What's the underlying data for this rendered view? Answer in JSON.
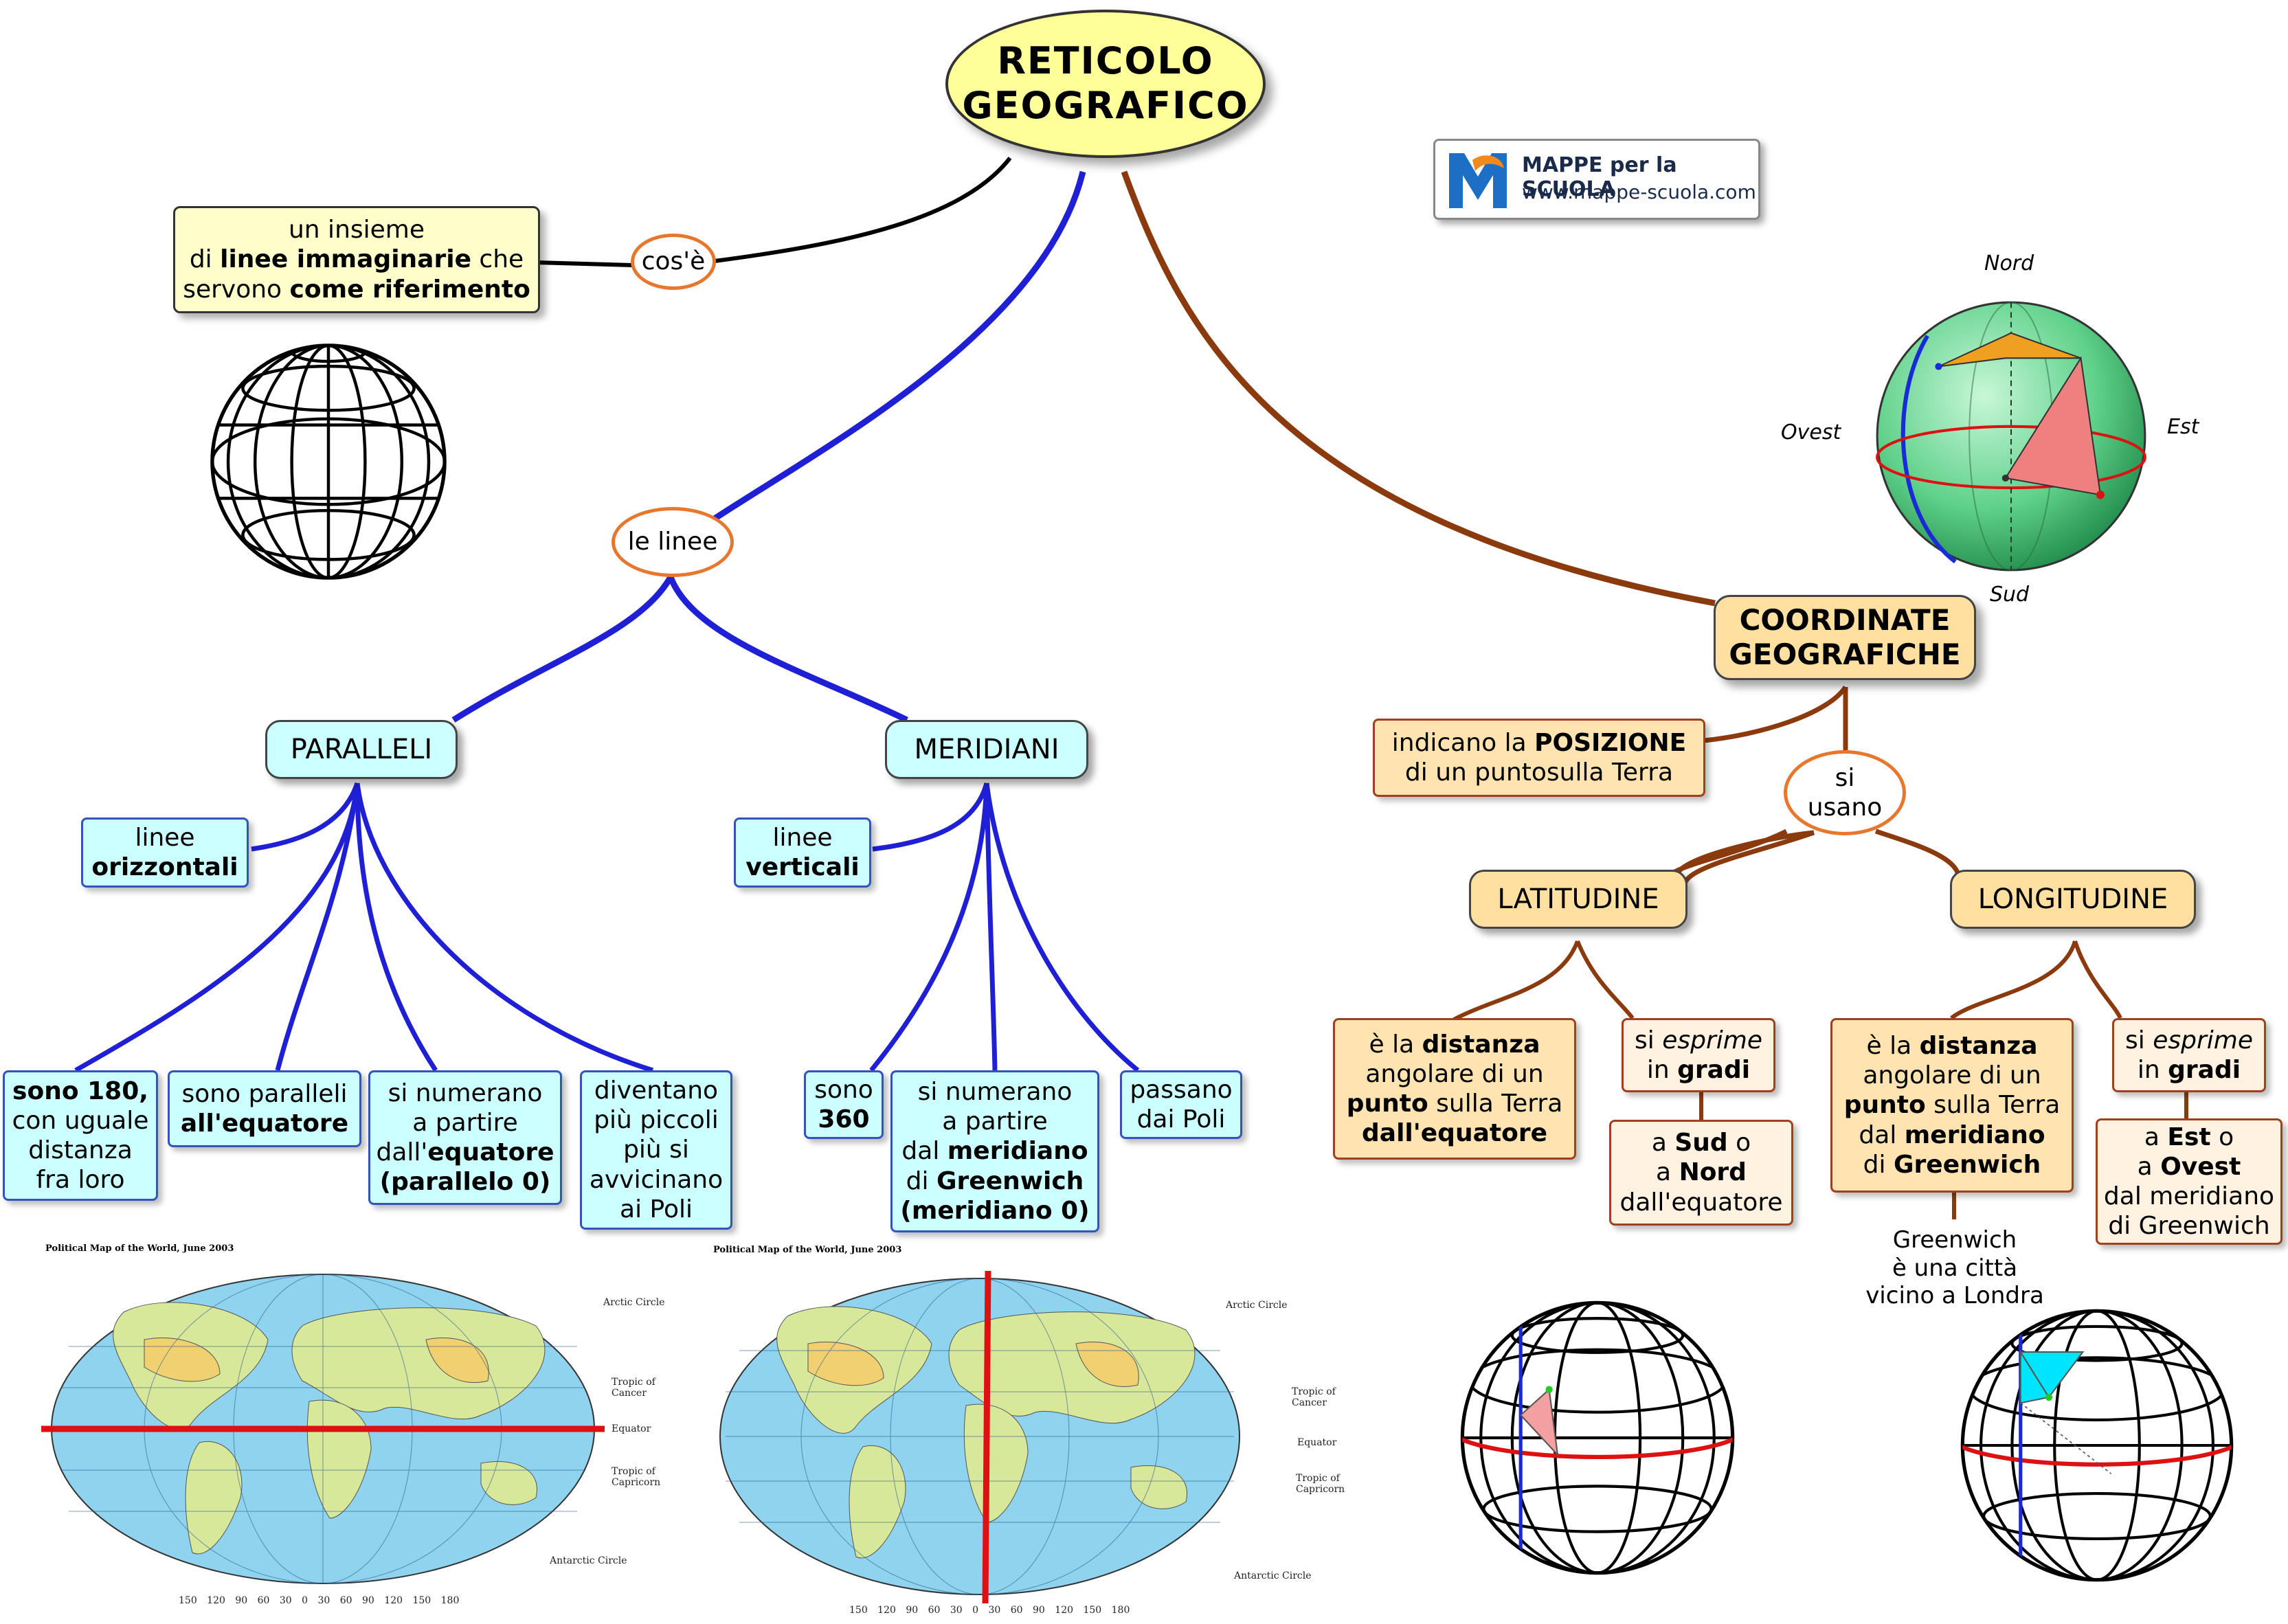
{
  "title": "RETICOLO\nGEOGRAFICO",
  "definition": {
    "link_label": "cos'è",
    "line1": "un insieme",
    "line2_pre": "di ",
    "line2_bold": "linee immaginarie",
    "line2_post": " che",
    "line3_pre": "servono ",
    "line3_bold": "come riferimento"
  },
  "lines_node": "le linee",
  "paralleli": {
    "label": "PARALLELI",
    "side_pre": "linee",
    "side_bold": "orizzontali",
    "items": {
      "a_bold": "sono 180,",
      "a_rest": "con uguale\ndistanza\nfra loro",
      "b_pre": "sono paralleli",
      "b_bold": "all'equatore",
      "c_pre": "si numerano\na partire\ndall'",
      "c_bold1": "equatore",
      "c_bold2": "(parallelo 0)",
      "d": "diventano\npiù piccoli\npiù si\navvicinano\nai Poli"
    }
  },
  "meridiani": {
    "label": "MERIDIANI",
    "side_pre": "linee",
    "side_bold": "verticali",
    "items": {
      "a_pre": "sono",
      "a_bold": "360",
      "b_pre1": "si numerano\na partire\ndal ",
      "b_bold1": "meridiano",
      "b_pre2": "di ",
      "b_bold2": "Greenwich",
      "b_bold3": "(meridiano 0)",
      "c": "passano\ndai Poli"
    }
  },
  "logo": {
    "name": "MAPPE per la SCUOLA",
    "url": "www.mappe-scuola.com"
  },
  "globe_labels": {
    "north": "Nord",
    "south": "Sud",
    "west": "Ovest",
    "east": "Est"
  },
  "coordinate": {
    "label": "COORDINATE\nGEOGRAFICHE",
    "desc_pre": "indicano la ",
    "desc_bold": "POSIZIONE",
    "desc_line2": "di un puntosulla Terra",
    "link_label": "si\nusano"
  },
  "latitudine": {
    "label": "LATITUDINE",
    "def_pre": "è la ",
    "def_b1": "distanza",
    "def_mid": "angolare di un",
    "def_b2": "punto",
    "def_post": " sulla Terra",
    "def_b3": "dall'equatore",
    "expr_pre": "si ",
    "expr_it": "esprime",
    "expr_mid": "in ",
    "expr_b": "gradi",
    "dir_pre": "a ",
    "dir_b1": "Sud",
    "dir_o": " o",
    "dir_b2": "Nord",
    "dir_post": "dall'equatore"
  },
  "longitudine": {
    "label": "LONGITUDINE",
    "def_pre": "è la ",
    "def_b1": "distanza",
    "def_mid": "angolare di un",
    "def_b2": "punto",
    "def_post": " sulla Terra",
    "def_dal": "dal ",
    "def_b3": "meridiano",
    "def_di": "di ",
    "def_b4": "Greenwich",
    "expr_pre": "si ",
    "expr_it": "esprime",
    "expr_mid": "in ",
    "expr_b": "gradi",
    "dir_pre": "a ",
    "dir_b1": "Est",
    "dir_o": " o",
    "dir_b2": "Ovest",
    "dir_post": "dal meridiano\ndi Greenwich",
    "note": "Greenwich\nè una città\nvicino a Londra"
  },
  "maps": {
    "title": "Political Map of the World, June 2003",
    "arctic": "Arctic Circle",
    "tropic_cancer": "Tropic of\nCancer",
    "equator": "Equator",
    "tropic_capricorn": "Tropic of\nCapricorn",
    "antarctic": "Antarctic Circle",
    "lon_ticks": "150  120  90  60  30  0  30  60  90  120  150  180"
  },
  "colors": {
    "blue_branch": "#1f1fd6",
    "brown_branch": "#8b3a0e",
    "red_line": "#dd1111",
    "oval_border": "#e8772e"
  }
}
